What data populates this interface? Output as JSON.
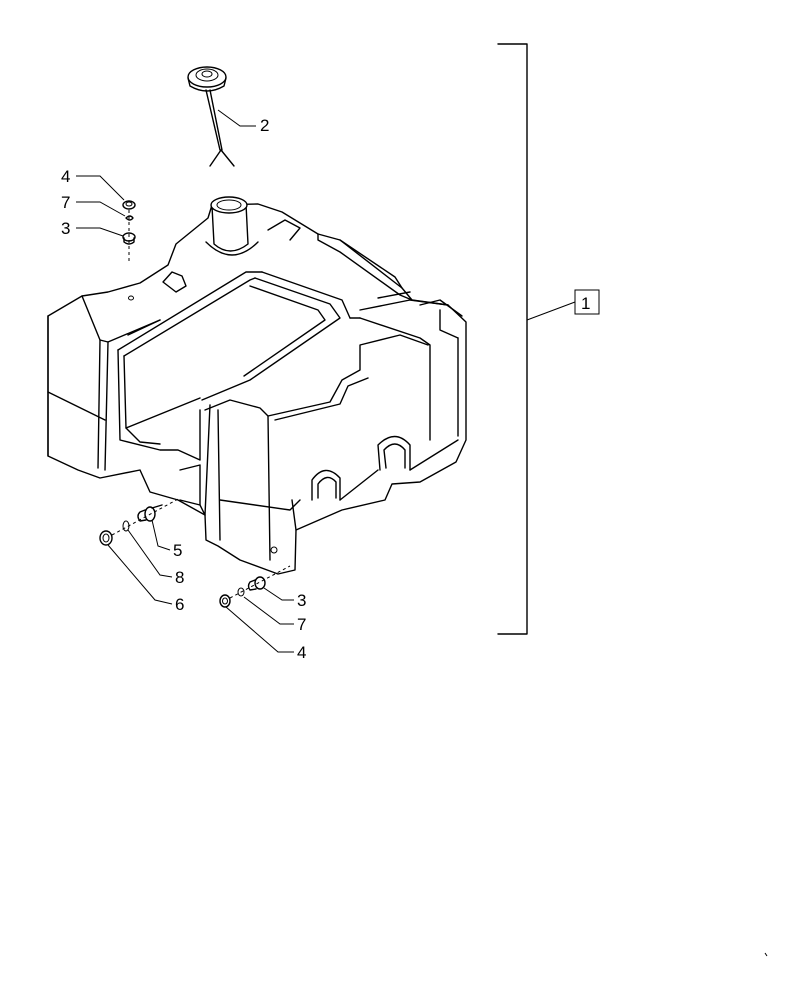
{
  "callouts": {
    "c1": "1",
    "c2": "2",
    "c3_top": "3",
    "c4_top": "4",
    "c7_top": "7",
    "c5": "5",
    "c8": "8",
    "c6": "6",
    "c3_bottom": "3",
    "c7_bottom": "7",
    "c4_bottom": "4"
  }
}
